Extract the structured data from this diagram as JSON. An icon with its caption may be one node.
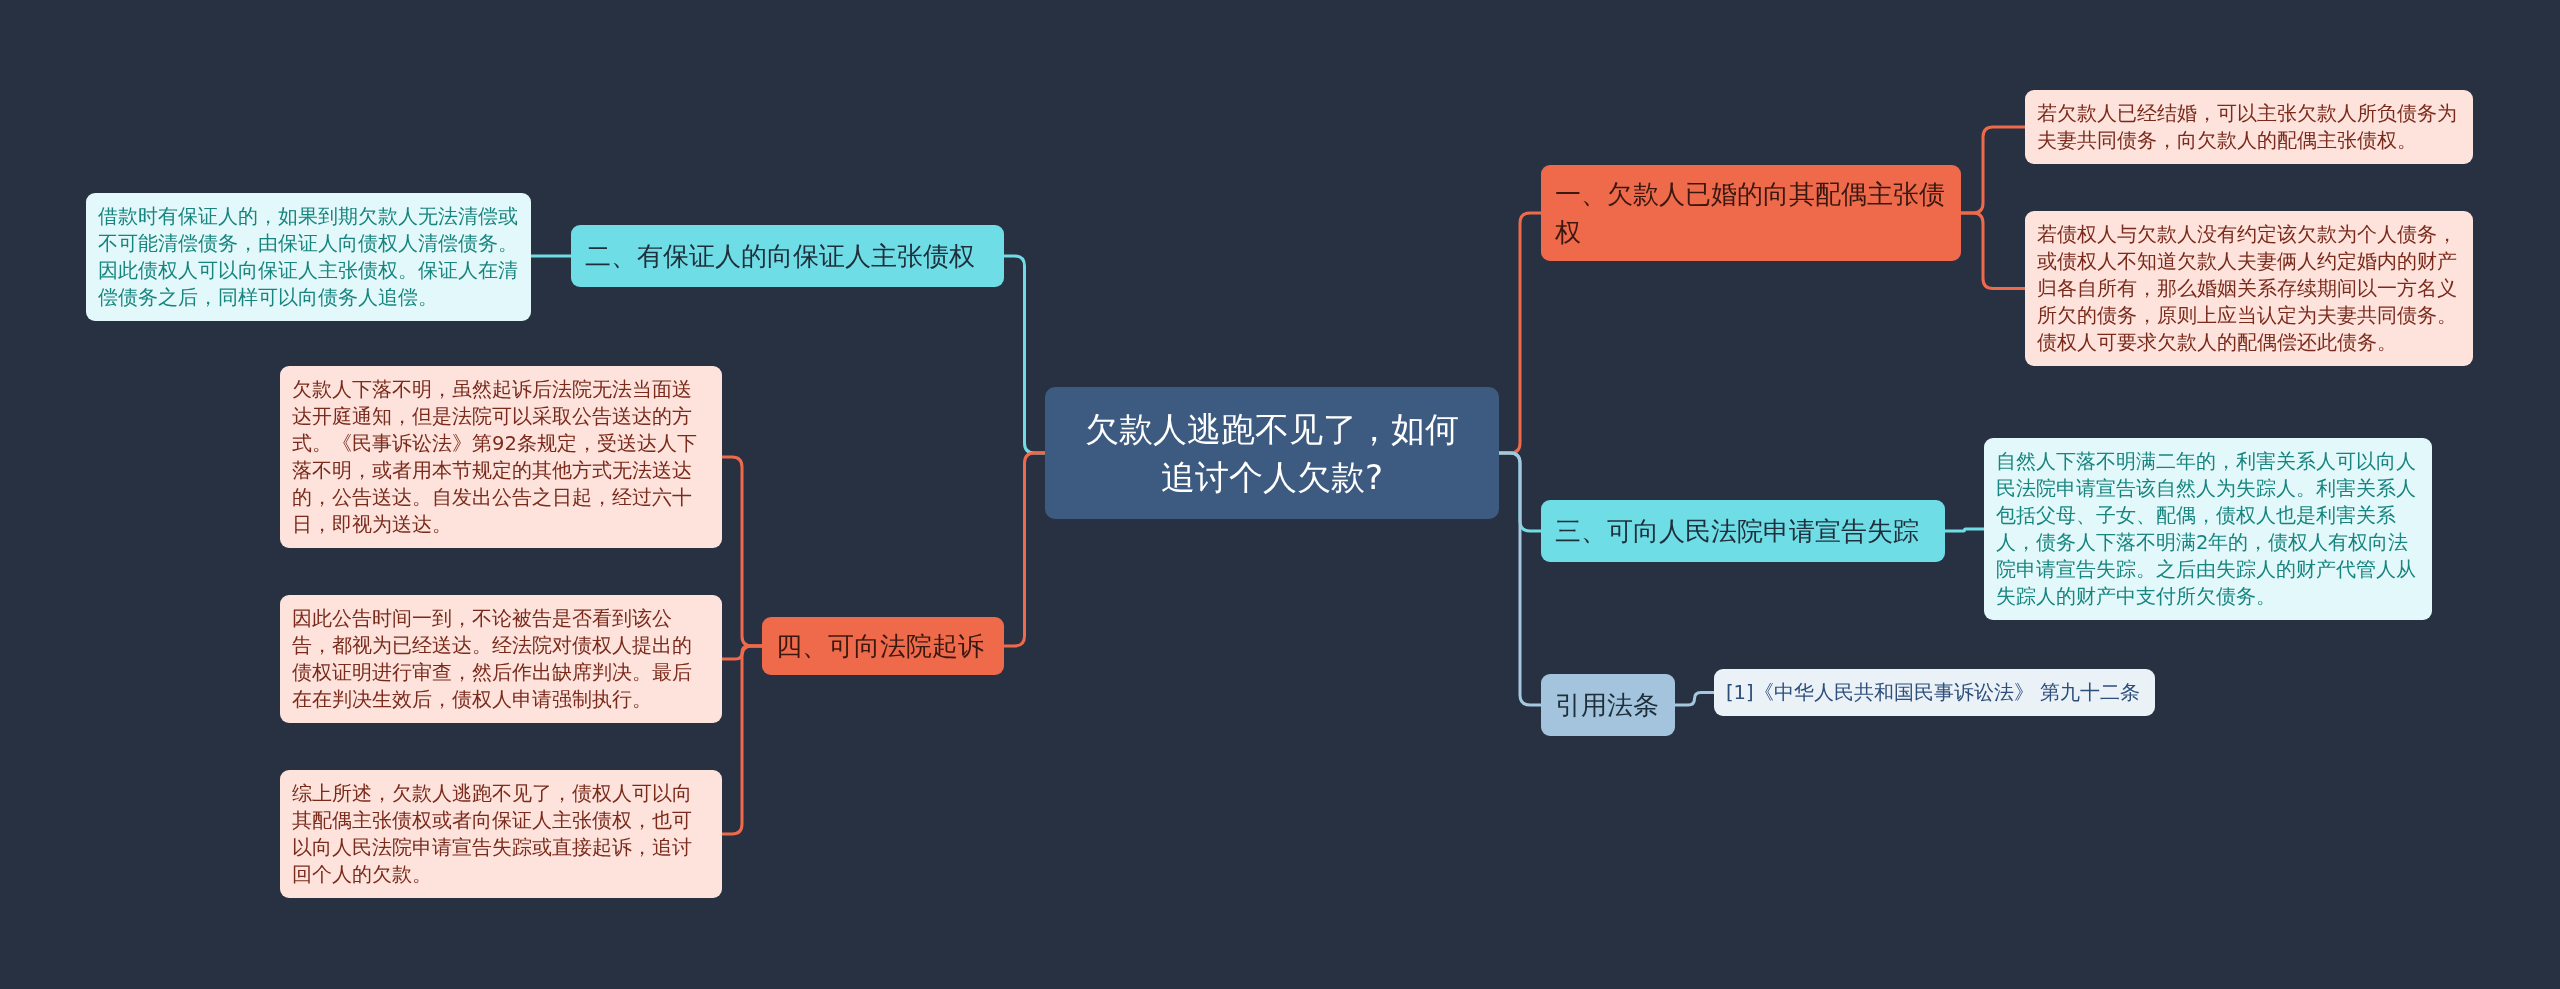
{
  "diagram": {
    "nodes": [
      {
        "text": [
          "欠款人逃跑不见了，如何追讨个人欠款?"
        ]
      },
      {
        "text": [
          "一、欠款人已婚的向其配偶主张债权"
        ]
      },
      {
        "text": [
          "若欠款人已经结婚，可以主张欠款人所负债务为夫妻共同债务，向欠款人的配偶主张债权。"
        ]
      },
      {
        "text": [
          "若债权人与欠款人没有约定该欠款为个人债务，或债权人不知道欠款人夫妻俩人约定婚内的财产归各自所有，那么婚姻关系存续期间以一方名义所欠的债务，原则上应当认定为夫妻共同债务。债权人可要求欠款人的配偶偿还此债务。"
        ]
      },
      {
        "text": [
          "二、有保证人的向保证人主张债权"
        ]
      },
      {
        "text": [
          "借款时有保证人的，如果到期欠款人无法清偿或不可能清偿债务，由保证人向债权人清偿债务。因此债权人可以向保证人主张债权。保证人在清偿债务之后，同样可以向债务人追偿。"
        ]
      },
      {
        "text": [
          "三、可向人民法院申请宣告失踪"
        ]
      },
      {
        "text": [
          "自然人下落不明满二年的，利害关系人可以向人民法院申请宣告该自然人为失踪人。利害关系人包括父母、子女、配偶，债权人也是利害关系人，债务人下落不明满2年的，债权人有权向法院申请宣告失踪。之后由失踪人的财产代管人从失踪人的财产中支付所欠债务。"
        ]
      },
      {
        "text": [
          "四、可向法院起诉"
        ]
      },
      {
        "text": [
          "欠款人下落不明，虽然起诉后法院无法当面送达开庭通知，但是法院可以采取公告送达的方式。《民事诉讼法》第92条规定，受送达人下落不明，或者用本节规定的其他方式无法送达的，公告送达。自发出公告之日起，经过六十日，即视为送达。"
        ]
      },
      {
        "text": [
          "因此公告时间一到，不论被告是否看到该公告，都视为已经送达。经法院对债权人提出的债权证明进行审查，然后作出缺席判决。最后在在判决生效后，债权人申请强制执行。"
        ]
      },
      {
        "text": [
          "综上所述，欠款人逃跑不见了，债权人可以向其配偶主张债权或者向保证人主张债权，也可以向人民法院申请宣告失踪或直接起诉，追讨回个人的欠款。"
        ]
      },
      {
        "text": [
          "引用法条"
        ]
      },
      {
        "text": [
          "[1]《中华人民共和国民事诉讼法》 第九十二条"
        ]
      }
    ],
    "edges": [
      {
        "from": 0,
        "to": 1,
        "arrow": "none"
      },
      {
        "from": 1,
        "to": 2,
        "arrow": "none"
      },
      {
        "from": 1,
        "to": 3,
        "arrow": "none"
      },
      {
        "from": 0,
        "to": 4,
        "arrow": "none",
        "color": "#6fdde6"
      },
      {
        "from": 4,
        "to": 5,
        "arrow": "none",
        "color": "#6fdde6"
      },
      {
        "from": 0,
        "to": 6,
        "arrow": "none",
        "color": "#6fdde6"
      },
      {
        "from": 6,
        "to": 7,
        "arrow": "none",
        "color": "#6fdde6"
      },
      {
        "from": 0,
        "to": 8,
        "arrow": "none"
      },
      {
        "from": 8,
        "to": 9,
        "arrow": "none"
      },
      {
        "from": 8,
        "to": 10,
        "arrow": "none"
      },
      {
        "from": 8,
        "to": 11,
        "arrow": "none"
      },
      {
        "from": 0,
        "to": 12,
        "arrow": "none",
        "color": "#a6c8de"
      },
      {
        "from": 12,
        "to": 13,
        "arrow": "none",
        "color": "#a6c8de"
      }
    ]
  }
}
